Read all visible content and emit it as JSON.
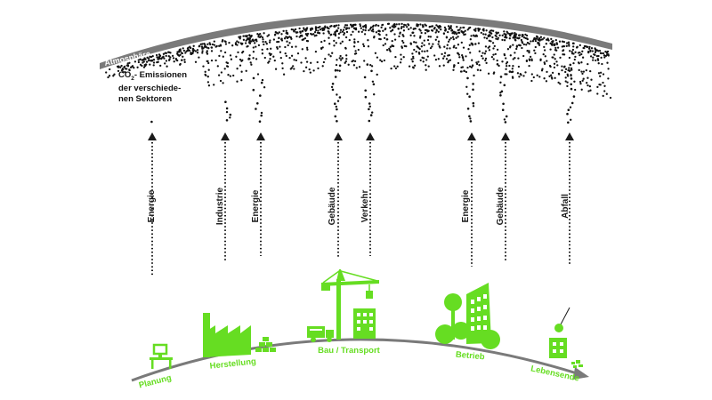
{
  "atmosphere_label": "Atmosphäre",
  "emission_label": {
    "line1_prefix": "CO",
    "line1_sub": "2",
    "line1_suffix": "- Emissionen",
    "line2": "der verschiede-",
    "line3": "nen Sektoren"
  },
  "sectors": [
    "Energie",
    "Industrie",
    "Energie",
    "Gebäude",
    "Verkehr",
    "Energie",
    "Gebäude",
    "Abfall"
  ],
  "stages": [
    "Planung",
    "Herstellung",
    "Bau / Transport",
    "Betrieb",
    "Lebensende"
  ],
  "colors": {
    "accent": "#66dd22",
    "arc": "#7a7a7a",
    "dots": "#111111"
  }
}
